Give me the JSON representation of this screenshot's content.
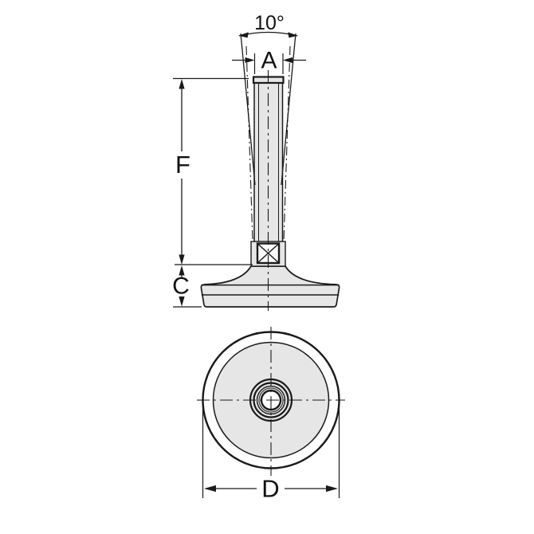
{
  "labels": {
    "tilt_angle": "10°",
    "thread_diameter": "A",
    "thread_length": "F",
    "base_height": "C",
    "base_diameter": "D"
  },
  "colors": {
    "line": "#1a1a1a",
    "part_fill": "#e6e6e6",
    "hole_fill": "#ffffff",
    "background": "#ffffff"
  }
}
